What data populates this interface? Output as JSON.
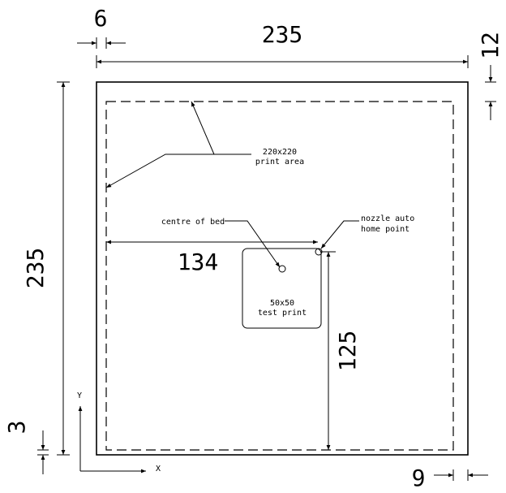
{
  "dimensions": {
    "bed_width": "235",
    "bed_height": "235",
    "left_offset": "6",
    "top_offset": "12",
    "bottom_offset": "3",
    "right_offset": "9",
    "home_x": "134",
    "home_y": "125"
  },
  "labels": {
    "print_area_line1": "220x220",
    "print_area_line2": "print area",
    "centre_of_bed": "centre of bed",
    "nozzle_line1": "nozzle auto",
    "nozzle_line2": "home point",
    "test_print_line1": "50x50",
    "test_print_line2": "test print"
  },
  "axes": {
    "x": "X",
    "y": "Y"
  }
}
